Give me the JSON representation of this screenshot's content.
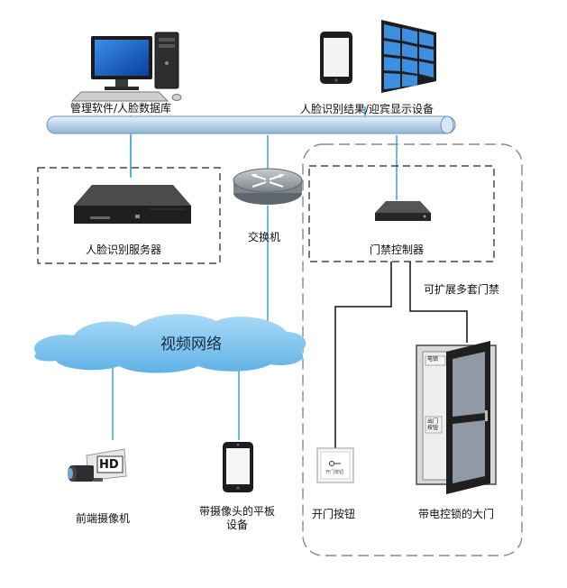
{
  "labels": {
    "management": "管理软件/人脸数据库",
    "display": "人脸识别结果/迎宾显示设备",
    "server": "人脸识别服务器",
    "switch": "交换机",
    "door_controller": "门禁控制器",
    "expand": "可扩展多套门禁",
    "network": "视频网络",
    "camera": "前端摄像机",
    "tablet_line1": "带摄像头的平板",
    "tablet_line2": "设备",
    "open_button": "开门按钮",
    "door": "带电控锁的大门"
  },
  "device_text": {
    "hd_badge": "HD",
    "door_panel_top": "电锁",
    "door_panel_mid_1": "出门",
    "door_panel_mid_2": "按钮",
    "button_plate": "开门按钮"
  },
  "colors": {
    "bus_fill": "#c9dff0",
    "line_blue": "#3aa6d8",
    "cloud": "#7fc3ec",
    "dash": "#333333",
    "dash_gray": "#888888"
  }
}
